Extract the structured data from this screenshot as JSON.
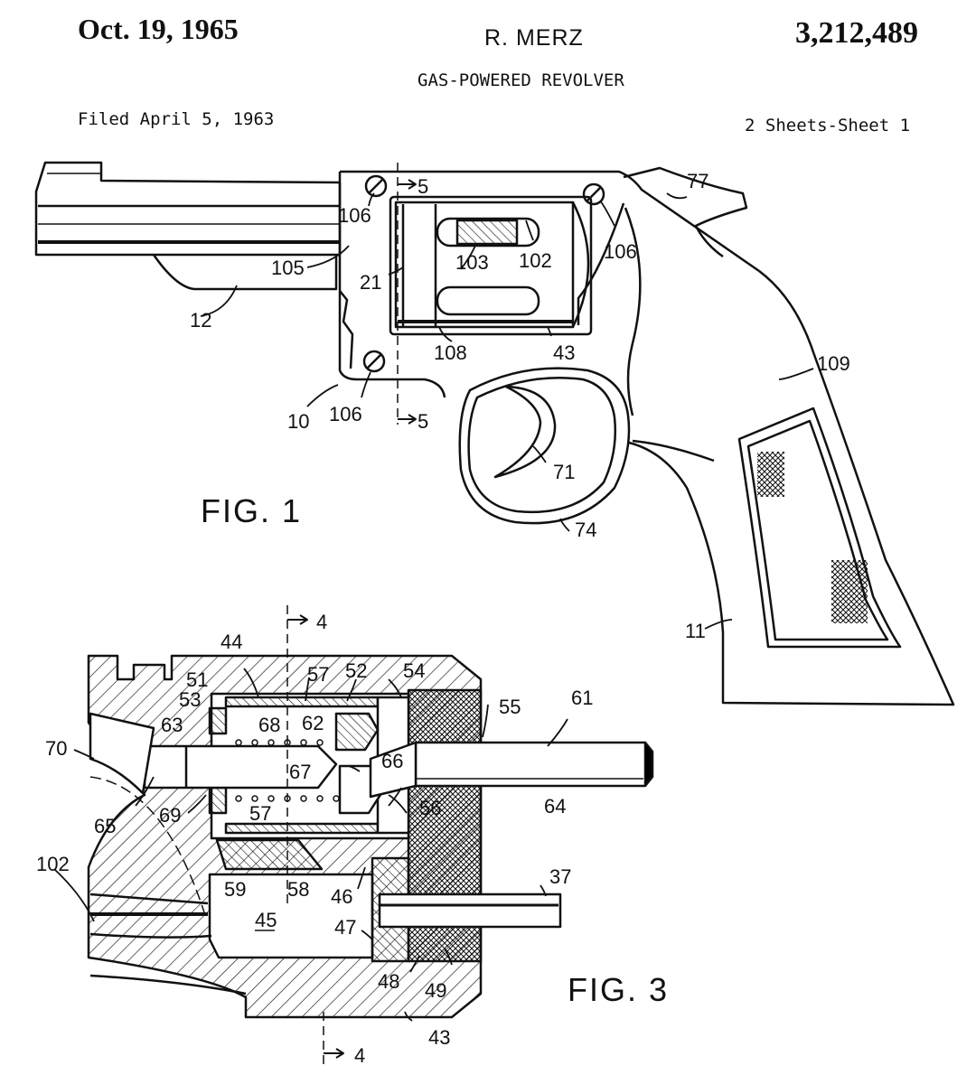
{
  "header": {
    "date": "Oct. 19, 1965",
    "inventor": "R. MERZ",
    "patent_number": "3,212,489",
    "title": "GAS-POWERED REVOLVER",
    "filed": "Filed April 5, 1963",
    "sheets": "2 Sheets-Sheet 1"
  },
  "fig1": {
    "caption": "FIG. 1",
    "refs": {
      "r5top": "5",
      "r5bot": "5",
      "r106a": "106",
      "r106b": "106",
      "r106c": "106",
      "r77": "77",
      "r105": "105",
      "r103": "103",
      "r102": "102",
      "r21": "21",
      "r12": "12",
      "r108": "108",
      "r43": "43",
      "r109": "109",
      "r10": "10",
      "r71": "71",
      "r74": "74",
      "r11": "11"
    }
  },
  "fig3": {
    "caption": "FIG. 3",
    "refs": {
      "r4top": "4",
      "r4bot": "4",
      "r44": "44",
      "r57a": "57",
      "r52": "52",
      "r54": "54",
      "r51": "51",
      "r53": "53",
      "r55": "55",
      "r61": "61",
      "r68": "68",
      "r62": "62",
      "r63": "63",
      "r70": "70",
      "r67": "67",
      "r66": "66",
      "r64": "64",
      "r65": "65",
      "r69": "69",
      "r57b": "57",
      "r56": "56",
      "r102": "102",
      "r59": "59",
      "r58": "58",
      "r46": "46",
      "r37": "37",
      "r45": "45",
      "r47": "47",
      "r48": "48",
      "r49": "49",
      "r43": "43"
    }
  }
}
